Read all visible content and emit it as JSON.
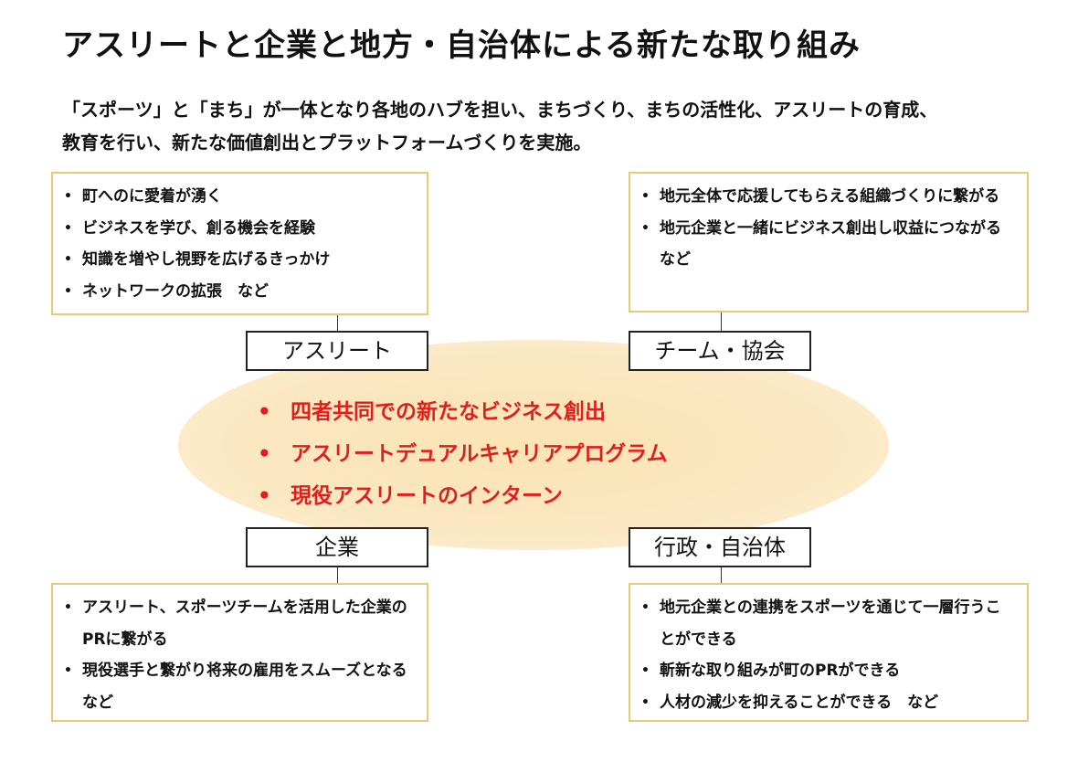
{
  "title": "アスリートと企業と地方・自治体による新たな取り組み",
  "intro": {
    "line1": "「スポーツ」と「まち」が一体となり各地のハブを担い、まちづくり、まちの活性化、アスリートの育成、",
    "line2": "教育を行い、新たな価値創出とプラットフォームづくりを実施。"
  },
  "center": {
    "items": [
      "四者共同での新たなビジネス創出",
      "アスリートデュアルキャリアプログラム",
      "現役アスリートのインターン"
    ]
  },
  "athlete": {
    "label": "アスリート",
    "items": [
      "町へのに愛着が湧く",
      "ビジネスを学び、創る機会を経験",
      "知識を増やし視野を広げるきっかけ",
      "ネットワークの拡張　など"
    ]
  },
  "team": {
    "label": "チーム・協会",
    "items": [
      "地元全体で応援してもらえる組織づくりに繋がる",
      "地元企業と一緒にビジネス創出し収益につながる　など"
    ]
  },
  "company": {
    "label": "企業",
    "items": [
      "アスリート、スポーツチームを活用した企業のPRに繋がる",
      "現役選手と繋がり将来の雇用をスムーズとなる　など"
    ]
  },
  "government": {
    "label": "行政・自治体",
    "items": [
      "地元企業との連携をスポーツを通じて一層行うことができる",
      "斬新な取り組みが町のPRができる",
      "人材の減少を抑えることができる　など"
    ]
  }
}
